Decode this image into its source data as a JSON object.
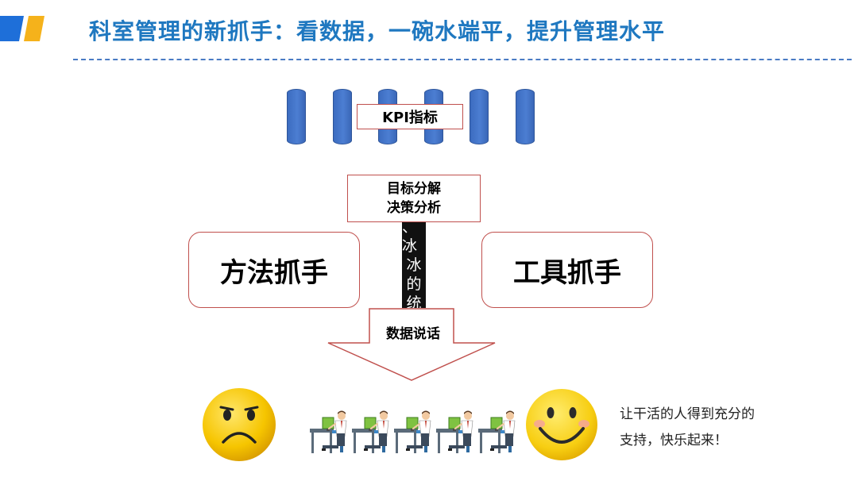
{
  "header": {
    "title": "科室管理的新抓手：看数据，一碗水端平，提升管理水平"
  },
  "diagram": {
    "kpi_label": "KPI指标",
    "goal_lines": [
      "目标分解",
      "决策分析"
    ],
    "bar_chars": [
      "、冰",
      "冰",
      "的",
      "统"
    ],
    "method_label": "方法抓手",
    "tool_label": "工具抓手",
    "arrow_label": "数据说话"
  },
  "note": {
    "lines": [
      "让干活的人得到充分的",
      "支持，快乐起来！"
    ]
  },
  "colors": {
    "title": "#1F78C0",
    "pillar": "#4472C4",
    "box_border": "#C0504D",
    "logo_blue": "#1E6FD9",
    "logo_yellow": "#F5B21B",
    "face_yellow": "#F2C400"
  },
  "icons": [
    "logo-icon",
    "sad-face-icon",
    "happy-face-icon",
    "office-worker-icon"
  ]
}
